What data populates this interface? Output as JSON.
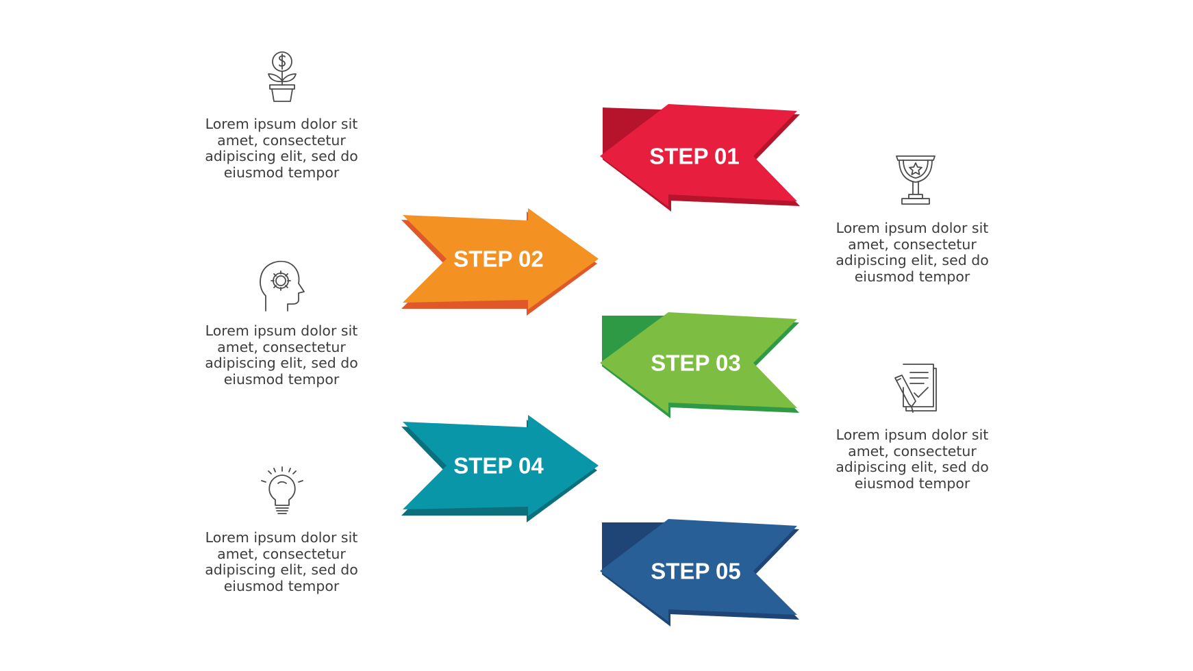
{
  "steps": [
    {
      "label": "STEP 01",
      "color": "#e81e3e",
      "shade": "#b5142c",
      "direction": "left"
    },
    {
      "label": "STEP 02",
      "color": "#f39122",
      "shade": "#e0582a",
      "direction": "right"
    },
    {
      "label": "STEP 03",
      "color": "#7dbd42",
      "shade": "#2f9a45",
      "direction": "left"
    },
    {
      "label": "STEP 04",
      "color": "#0996a8",
      "shade": "#0b6f7c",
      "direction": "right"
    },
    {
      "label": "STEP 05",
      "color": "#285f96",
      "shade": "#1e4575",
      "direction": "left"
    }
  ],
  "descriptions": [
    {
      "icon": "money-plant-icon",
      "lines": [
        "Lorem ipsum dolor sit",
        "amet, consectetur",
        "adipiscing elit, sed do",
        "eiusmod tempor"
      ]
    },
    {
      "icon": "trophy-icon",
      "lines": [
        "Lorem ipsum dolor sit",
        "amet, consectetur",
        "adipiscing elit, sed do",
        "eiusmod tempor"
      ]
    },
    {
      "icon": "head-gear-icon",
      "lines": [
        "Lorem ipsum dolor sit",
        "amet, consectetur",
        "adipiscing elit, sed do",
        "eiusmod tempor"
      ]
    },
    {
      "icon": "document-pen-icon",
      "lines": [
        "Lorem ipsum dolor sit",
        "amet, consectetur",
        "adipiscing elit, sed do",
        "eiusmod tempor"
      ]
    },
    {
      "icon": "lightbulb-icon",
      "lines": [
        "Lorem ipsum dolor sit",
        "amet, consectetur",
        "adipiscing elit, sed do",
        "eiusmod tempor"
      ]
    }
  ],
  "icon_color": "#4a4a4a"
}
